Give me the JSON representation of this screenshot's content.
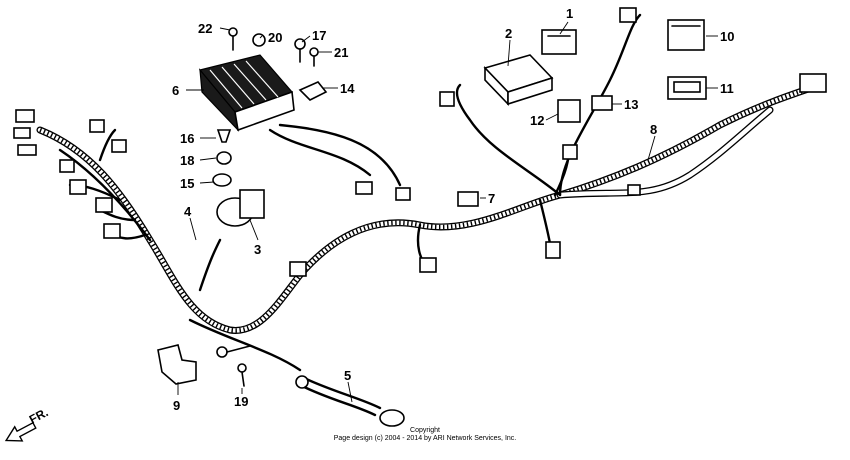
{
  "diagram": {
    "callouts": [
      {
        "id": "c1",
        "label": "1"
      },
      {
        "id": "c2",
        "label": "2"
      },
      {
        "id": "c3",
        "label": "3"
      },
      {
        "id": "c4",
        "label": "4"
      },
      {
        "id": "c5",
        "label": "5"
      },
      {
        "id": "c6",
        "label": "6"
      },
      {
        "id": "c7",
        "label": "7"
      },
      {
        "id": "c8",
        "label": "8"
      },
      {
        "id": "c9",
        "label": "9"
      },
      {
        "id": "c10",
        "label": "10"
      },
      {
        "id": "c11",
        "label": "11"
      },
      {
        "id": "c12",
        "label": "12"
      },
      {
        "id": "c13",
        "label": "13"
      },
      {
        "id": "c14",
        "label": "14"
      },
      {
        "id": "c15",
        "label": "15"
      },
      {
        "id": "c16",
        "label": "16"
      },
      {
        "id": "c17",
        "label": "17"
      },
      {
        "id": "c18",
        "label": "18"
      },
      {
        "id": "c19",
        "label": "19"
      },
      {
        "id": "c20",
        "label": "20"
      },
      {
        "id": "c21",
        "label": "21"
      },
      {
        "id": "c22",
        "label": "22"
      }
    ],
    "direction_label": "FR.",
    "copyright_line1": "Copyright",
    "copyright_line2": "Page design (c) 2004 - 2014 by ARI Network Services, Inc."
  }
}
